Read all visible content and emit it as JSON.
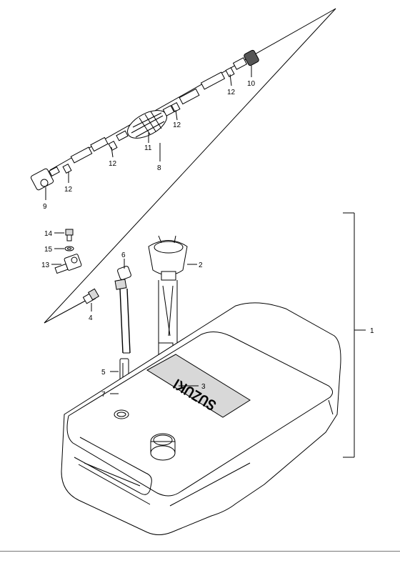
{
  "brand_text": "SUZUKI",
  "callouts": {
    "c1": "1",
    "c2": "2",
    "c3": "3",
    "c4": "4",
    "c5": "5",
    "c6": "6",
    "c7": "7",
    "c8": "8",
    "c9": "9",
    "c10": "10",
    "c11": "11",
    "c12a": "12",
    "c12b": "12",
    "c12c": "12",
    "c12d": "12",
    "c13": "13",
    "c14": "14",
    "c15": "15"
  }
}
